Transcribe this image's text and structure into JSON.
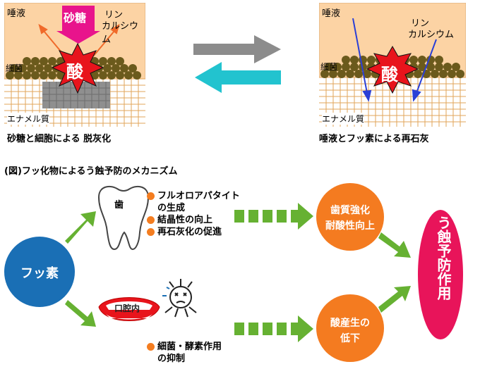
{
  "top_left": {
    "saliva": "唾液",
    "sugar": "砂糖",
    "phosphorus_line1": "リン",
    "phosphorus_line2": "カルシウム",
    "bacteria": "細菌",
    "acid": "酸",
    "enamel": "エナメル質",
    "caption": "砂糖と細胞による 脱灰化"
  },
  "top_right": {
    "saliva": "唾液",
    "phosphorus_line1": "リン",
    "phosphorus_line2": "カルシウム",
    "bacteria": "細菌",
    "acid": "酸",
    "enamel": "エナメル質",
    "caption": "唾液とフッ素による再石灰"
  },
  "figure_title": "(図)フッ化物によるう蝕予防のメカニズム",
  "mechanism": {
    "fluoride": "フッ素",
    "tooth_label": "歯",
    "tooth_effects": [
      "フルオロアパタイト",
      "の生成",
      "結晶性の向上",
      "再石灰化の促進"
    ],
    "mouth_label": "口腔内",
    "mouth_effects": [
      "細菌・酵素作用",
      "の抑制"
    ],
    "tooth_result_line1": "歯質強化",
    "tooth_result_line2": "耐酸性向上",
    "acid_result_line1": "酸産生の",
    "acid_result_line2": "低下",
    "final": "う蝕予防作用"
  },
  "colors": {
    "panel_bg": "#fcd3a4",
    "bacteria": "#6b5a1c",
    "burst": "#e8141c",
    "arrow_gray": "#8c8c8c",
    "arrow_teal": "#22c3cf",
    "arrow_green": "#66b132",
    "fluoride_circle": "#1a6fb5",
    "result_circle": "#f47b20",
    "final_oval": "#e8145a",
    "bullet": "#f47d20"
  }
}
